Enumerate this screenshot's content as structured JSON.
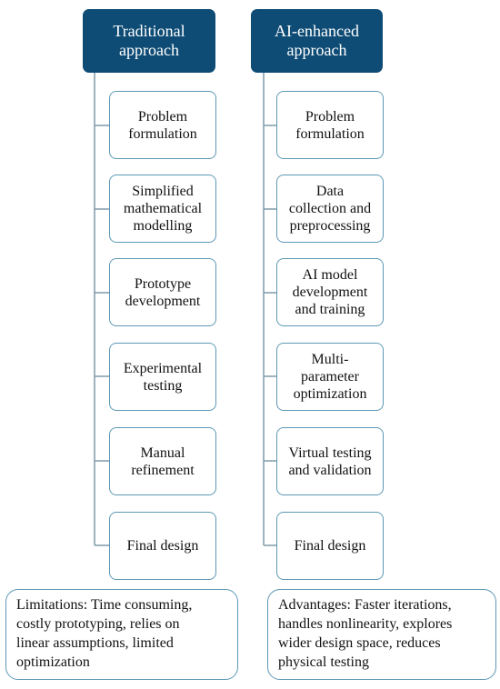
{
  "traditional": {
    "header": "Traditional\napproach",
    "steps": [
      "Problem\nformulation",
      "Simplified\nmathematical\nmodelling",
      "Prototype\ndevelopment",
      "Experimental\ntesting",
      "Manual\nrefinement",
      "Final design"
    ],
    "note": "Limitations: Time consuming,\ncostly prototyping, relies on\nlinear assumptions, limited\noptimization"
  },
  "ai_enhanced": {
    "header": "AI-enhanced\napproach",
    "steps": [
      "Problem\nformulation",
      "Data\ncollection and\npreprocessing",
      "AI model\ndevelopment\nand training",
      "Multi-\nparameter\noptimization",
      "Virtual testing\nand validation",
      "Final design"
    ],
    "note": "Advantages: Faster iterations,\nhandles nonlinearity, explores\nwider design space, reduces\nphysical testing"
  },
  "colors": {
    "header_fill": "#0f4c75",
    "box_border": "#5d98b5",
    "connector": "#7f9aa8"
  }
}
